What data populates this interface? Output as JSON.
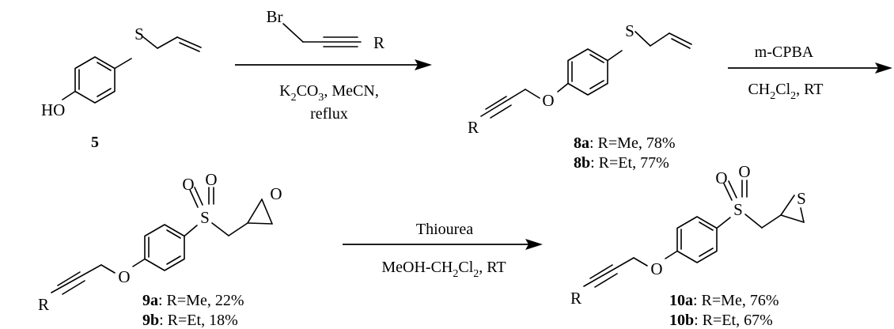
{
  "molecules": {
    "m5": {
      "id": "5",
      "atoms": {
        "HO": "HO",
        "S": "S"
      }
    },
    "m8": {
      "atoms": {
        "O": "O",
        "S": "S",
        "R": "R"
      },
      "labels": [
        {
          "id": "8a",
          "text": ": R=Me, 78%"
        },
        {
          "id": "8b",
          "text": ": R=Et, 77%"
        }
      ]
    },
    "m9": {
      "atoms": {
        "O": "O",
        "S": "S",
        "O1": "O",
        "O2": "O",
        "Oe": "O",
        "R": "R"
      },
      "labels": [
        {
          "id": "9a",
          "text": ": R=Me, 22%"
        },
        {
          "id": "9b",
          "text": ": R=Et, 18%"
        }
      ]
    },
    "m10": {
      "atoms": {
        "O": "O",
        "S": "S",
        "O1": "O",
        "O2": "O",
        "St": "S",
        "R": "R"
      },
      "labels": [
        {
          "id": "10a",
          "text": ": R=Me, 76%"
        },
        {
          "id": "10b",
          "text": ": R=Et, 67%"
        }
      ]
    }
  },
  "reagent1": {
    "Br": "Br",
    "R": "R"
  },
  "arrows": {
    "a1": {
      "below1_parts": [
        "K",
        "2",
        "CO",
        "3",
        ", MeCN,"
      ],
      "below2": "reflux"
    },
    "a2": {
      "above": "m-CPBA",
      "below_parts": [
        "CH",
        "2",
        "Cl",
        "2",
        ", RT"
      ]
    },
    "a3": {
      "above": "Thiourea",
      "below_parts": [
        "MeOH-CH",
        "2",
        "Cl",
        "2",
        ", RT"
      ]
    }
  }
}
